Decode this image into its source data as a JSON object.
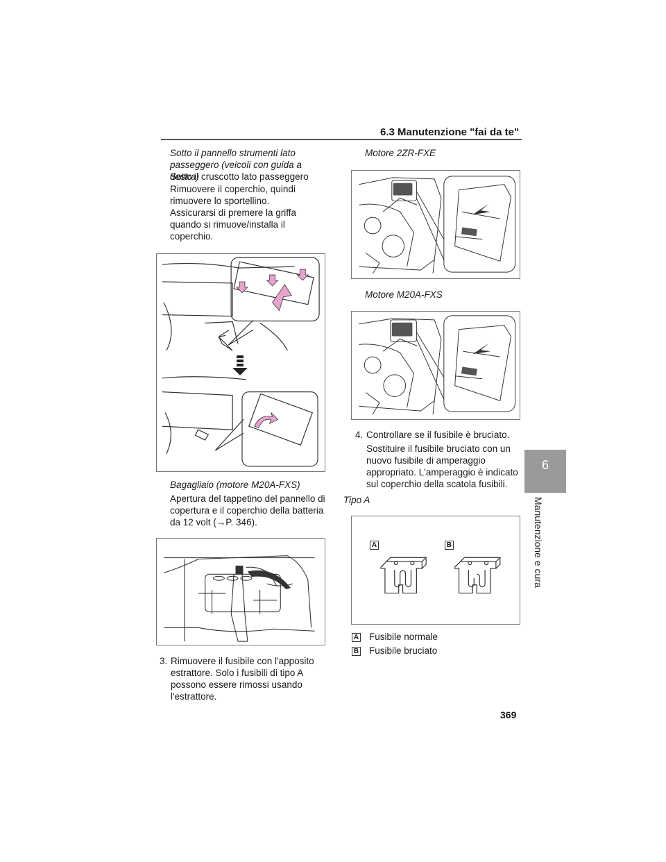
{
  "header": {
    "section": "6.3 Manutenzione \"fai da te\""
  },
  "side_tab": {
    "number": "6",
    "label": "Manutenzione e cura"
  },
  "left": {
    "caption_1": "Sotto il pannello strumenti lato passeggero (veicoli con guida a destra)",
    "line_1": "Sotto il cruscotto lato passeggero",
    "line_2": "Rimuovere il coperchio, quindi rimuovere lo sportellino.",
    "line_3": "Assicurarsi di premere la griffa quando si rimuove/installa il coperchio.",
    "caption_2": "Bagagliaio (motore M20A-FXS)",
    "line_4": "Apertura del tappetino del pannello di copertura e il coperchio della batteria da 12 volt (→P. 346).",
    "step_3_num": "3.",
    "step_3": "Rimuovere il fusibile con l'apposito estrattore. Solo i fusibili di tipo A possono essere rimossi usando l'estrattore."
  },
  "right": {
    "caption_1": "Motore 2ZR-FXE",
    "caption_2": "Motore M20A-FXS",
    "step_4_num": "4.",
    "step_4": "Controllare se il fusibile è bruciato.",
    "step_4_detail": "Sostituire il fusibile bruciato con un nuovo fusibile di amperaggio appropriato. L'amperaggio è indicato sul coperchio della scatola fusibili.",
    "type_label": "Tipo A",
    "fig_label_a": "A",
    "fig_label_b": "B",
    "legend": [
      {
        "key": "A",
        "text": "Fusibile normale"
      },
      {
        "key": "B",
        "text": "Fusibile bruciato"
      }
    ]
  },
  "page_number": "369",
  "colors": {
    "arrow_pink": "#e9a3cf",
    "tab_gray": "#9a9a9a"
  }
}
